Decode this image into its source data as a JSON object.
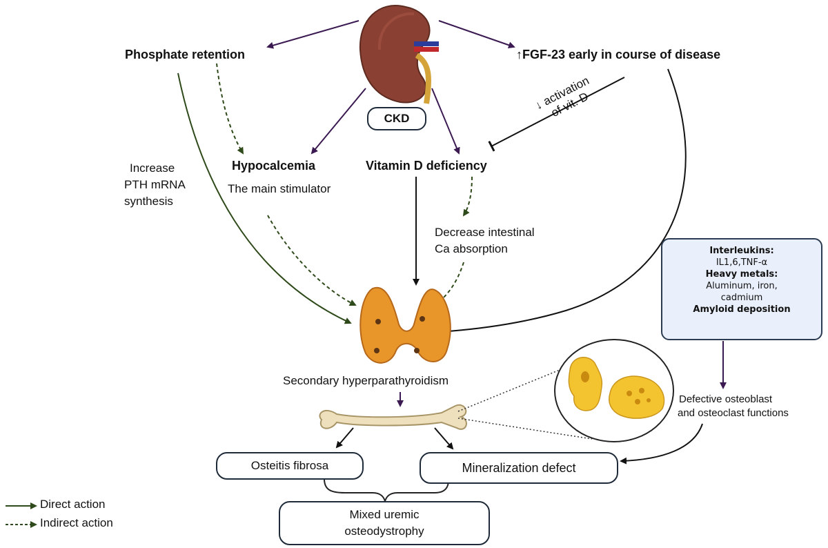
{
  "ckd": "CKD",
  "phosphate_retention": "Phosphate retention",
  "fgf23": "↑FGF-23 early in  course of disease",
  "activation_line1": "↓ activation",
  "activation_line2": "of vit. D",
  "increase_pth": [
    "Increase",
    "PTH mRNA",
    "synthesis"
  ],
  "hypocalcemia": "Hypocalcemia",
  "main_stimulator": "The main stimulator",
  "vitamin_d": "Vitamin D deficiency",
  "decrease_ca": [
    "Decrease intestinal",
    "Ca absorption"
  ],
  "side_box": {
    "interleukins_title": "Interleukins:",
    "interleukins_value": "IL1,6,TNF-α",
    "metals_title": "Heavy metals:",
    "metals_value_1": "Aluminum, iron,",
    "metals_value_2": "cadmium",
    "amyloid": "Amyloid deposition"
  },
  "secondary_hpt": "Secondary hyperparathyroidism",
  "defective": [
    "Defective osteoblast",
    "and osteoclast functions"
  ],
  "osteitis": "Osteitis fibrosa",
  "mineralization": "Mineralization defect",
  "mixed": [
    "Mixed uremic",
    "osteodystrophy"
  ],
  "legend": {
    "direct": "Direct action",
    "indirect": "Indirect action"
  },
  "colors": {
    "purple_arrow": "#3b1a52",
    "green_arrow": "#2f4a1a",
    "black_arrow": "#111111",
    "gland": "#e8952a",
    "kidney": "#8a4032",
    "bone": "#efe0bd",
    "cell": "#f4c430"
  }
}
